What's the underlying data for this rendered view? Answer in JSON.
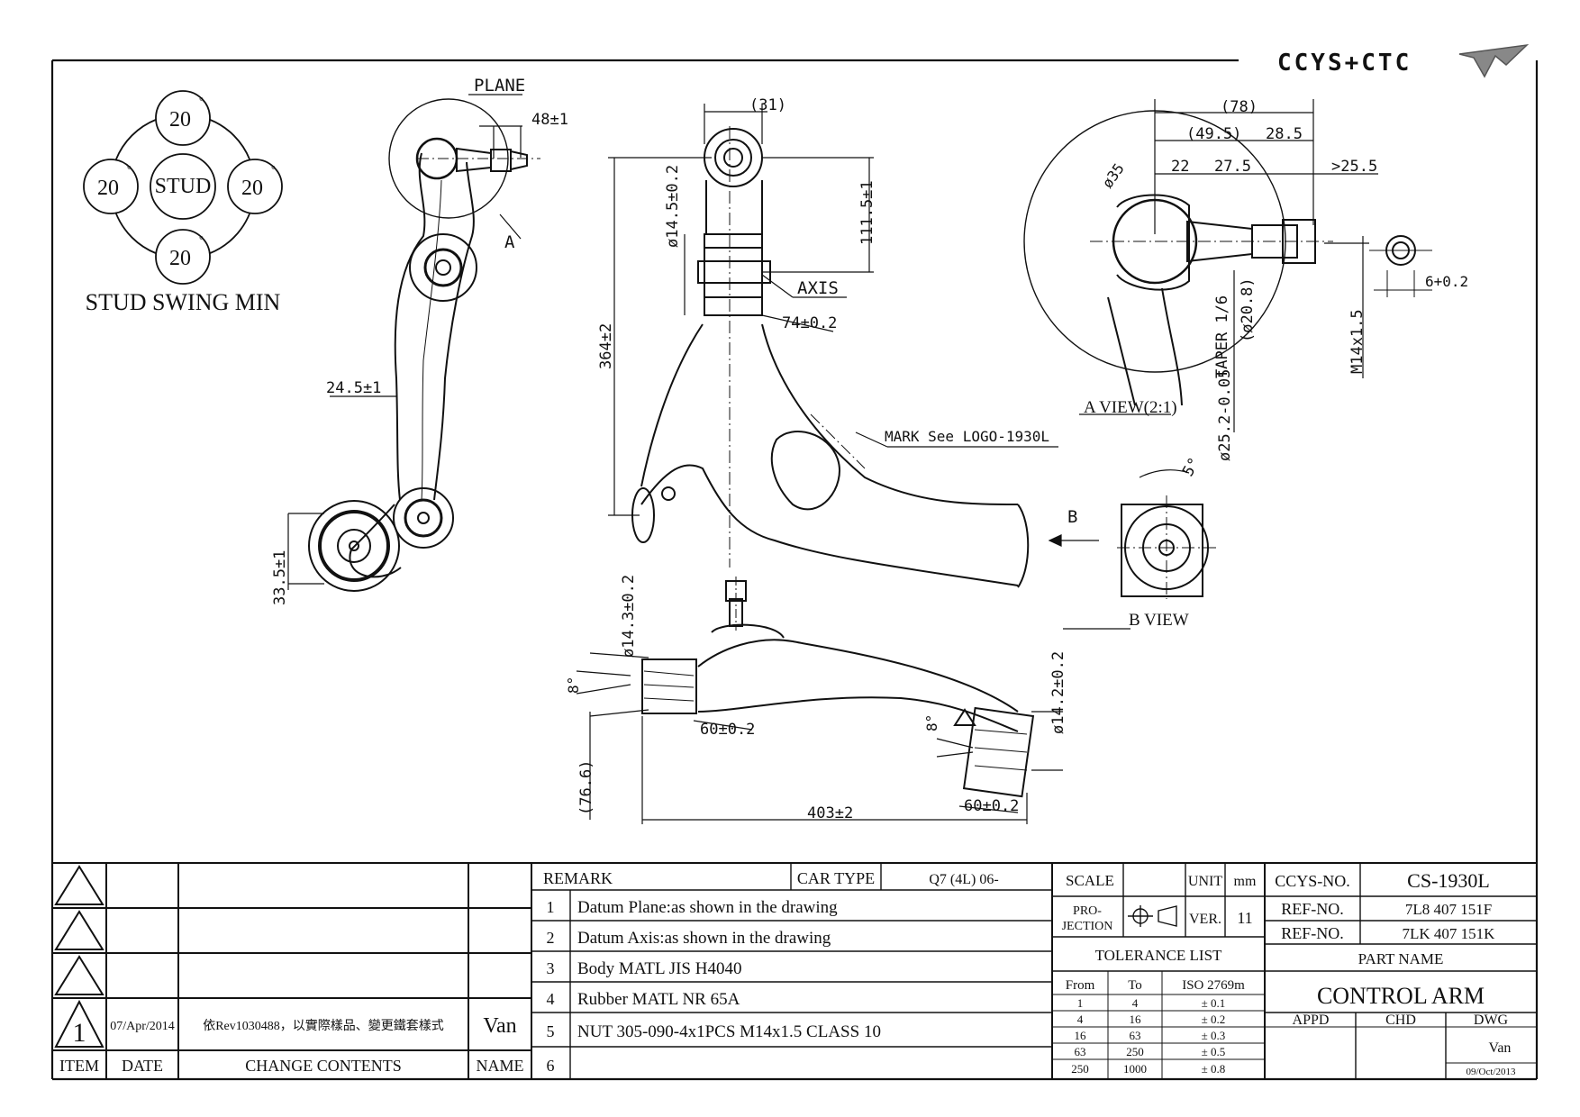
{
  "logo": {
    "text": "CCYS+CTC"
  },
  "stud_swing": {
    "center": "STUD",
    "top": "20",
    "left": "20",
    "right": "20",
    "bottom": "20",
    "degree_mark": "°",
    "caption": "STUD SWING MIN"
  },
  "view1": {
    "plane": "PLANE",
    "dim_48": "48±1",
    "section_a": "A",
    "dim_245": "24.5±1",
    "dim_335": "33.5±1"
  },
  "view2": {
    "dim_31": "(31)",
    "dim_145": "ø14.5±0.2",
    "dim_1115": "111.5±1",
    "axis": "AXIS",
    "dim_74": "74±0.2",
    "dim_364": "364±2",
    "mark": "MARK See LOGO-1930L",
    "arrow_b": "B"
  },
  "view_a": {
    "dim_78": "(78)",
    "dim_495": "(49.5)",
    "dim_285": "28.5",
    "dim_22": "22",
    "dim_275": "27.5",
    "dim_255": ">25.5",
    "dim_35": "ø35",
    "taper": "TAPER 1/6",
    "dim_208": "(ø20.8)",
    "dim_252": "ø25.2-0.05",
    "thread": "M14x1.5",
    "dim_6": "6+0.2",
    "caption": "A VIEW(2:1)"
  },
  "view_b": {
    "angle": "5°",
    "caption": "B VIEW"
  },
  "view3": {
    "dim_143": "ø14.3±0.2",
    "angle_left": "8°",
    "dim_60a": "60±0.2",
    "dim_766": "(76.6)",
    "angle_right": "8°",
    "dim_142": "ø14.2±0.2",
    "dim_60b": "60±0.2",
    "dim_403": "403±2"
  },
  "revision": {
    "headers": {
      "item": "ITEM",
      "date": "DATE",
      "contents": "CHANGE CONTENTS",
      "name": "NAME"
    },
    "rev1": {
      "item": "1",
      "date": "07/Apr/2014",
      "contents": "依Rev1030488，以實際樣品、變更鐵套樣式",
      "name": "Van"
    }
  },
  "remark": {
    "label": "REMARK",
    "car_type_label": "CAR TYPE",
    "car_type_value": "Q7 (4L) 06-",
    "items": [
      {
        "num": "1",
        "text": "Datum Plane:as shown in the drawing"
      },
      {
        "num": "2",
        "text": "Datum Axis:as shown in the drawing"
      },
      {
        "num": "3",
        "text": "Body MATL JIS H4040"
      },
      {
        "num": "4",
        "text": "Rubber MATL NR 65A"
      },
      {
        "num": "5",
        "text": "NUT 305-090-4x1PCS M14x1.5 CLASS 10"
      },
      {
        "num": "6",
        "text": ""
      }
    ]
  },
  "scale_block": {
    "scale_label": "SCALE",
    "scale_value": "",
    "unit_label": "UNIT",
    "unit_value": "mm",
    "projection_label": "PRO-\nJECTION",
    "projection_line1": "PRO-",
    "projection_line2": "JECTION",
    "ver_label": "VER.",
    "ver_value": "11",
    "tolerance_title": "TOLERANCE LIST",
    "tol_headers": {
      "from": "From",
      "to": "To",
      "std": "ISO 2769m"
    },
    "tol_rows": [
      {
        "from": "1",
        "to": "4",
        "tol": "± 0.1"
      },
      {
        "from": "4",
        "to": "16",
        "tol": "± 0.2"
      },
      {
        "from": "16",
        "to": "63",
        "tol": "± 0.3"
      },
      {
        "from": "63",
        "to": "250",
        "tol": "± 0.5"
      },
      {
        "from": "250",
        "to": "1000",
        "tol": "± 0.8"
      }
    ]
  },
  "title_block": {
    "ccys_label": "CCYS-NO.",
    "ccys_value": "CS-1930L",
    "ref1_label": "REF-NO.",
    "ref1_value": "7L8 407 151F",
    "ref2_label": "REF-NO.",
    "ref2_value": "7LK 407 151K",
    "part_name_label": "PART NAME",
    "part_name": "CONTROL ARM",
    "appd": "APPD",
    "chd": "CHD",
    "dwg": "DWG",
    "dwg_name": "Van",
    "dwg_date": "09/Oct/2013"
  }
}
